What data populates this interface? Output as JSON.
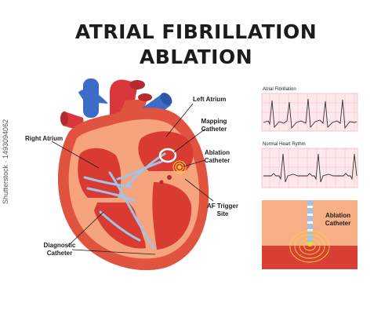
{
  "title": {
    "line1": "ATRIAL FIBRILLATION",
    "line2": "ABLATION"
  },
  "labels": {
    "left_atrium": "Left Atrium",
    "mapping_catheter_1": "Mapping",
    "mapping_catheter_2": "Catheter",
    "right_atrium": "Right Atrium",
    "ablation_catheter_1": "Ablation",
    "ablation_catheter_2": "Catheter",
    "af_trigger_1": "AF Trigger",
    "af_trigger_2": "Site",
    "diagnostic_catheter_1": "Diagnostic",
    "diagnostic_catheter_2": "Catheter"
  },
  "ecg_panels": {
    "af_label": "Atrial Fibrillation",
    "normal_label": "Normal Heart Rythm"
  },
  "zoom_panel": {
    "label_1": "Ablation",
    "label_2": "Catheter"
  },
  "watermark": "Shutterstock · 1493094062",
  "colors": {
    "heart_outer": "#e0533f",
    "heart_inner": "#f5a47d",
    "chamber": "#d93a32",
    "vein_blue": "#3d6cc8",
    "artery_red": "#d9373b",
    "catheter": "#9ec4e8",
    "ecg_grid": "#f4b9c2",
    "tissue_light": "#f8ae86",
    "tissue_dark": "#da3f36",
    "ring": "#f5d33a"
  }
}
